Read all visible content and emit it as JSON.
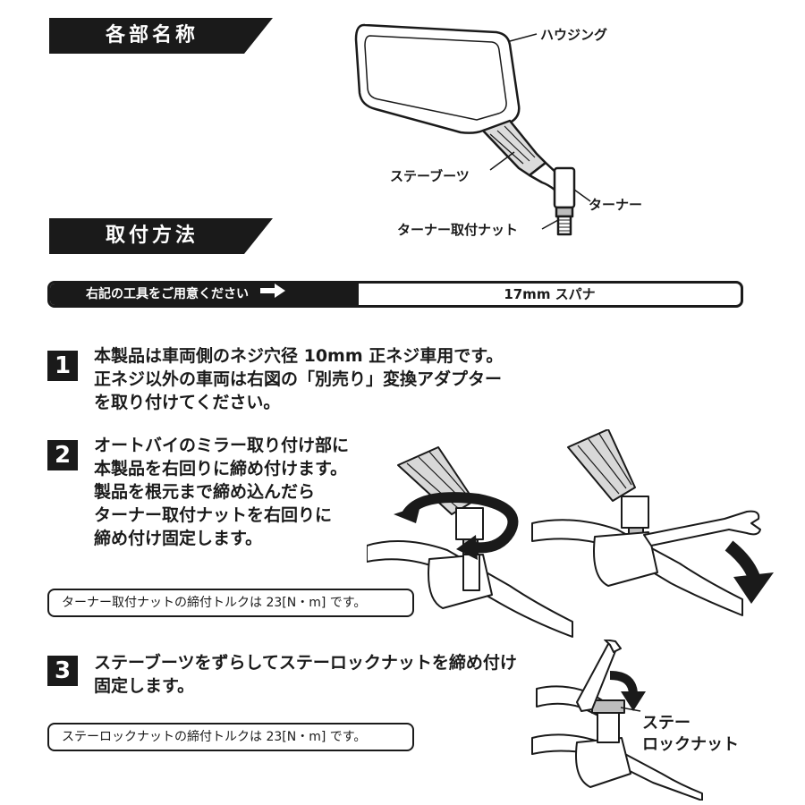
{
  "sections": {
    "parts": "各部名称",
    "install": "取付方法"
  },
  "parts_labels": {
    "housing": "ハウジング",
    "stay_boots": "ステーブーツ",
    "turner": "ターナー",
    "turner_nut": "ターナー取付ナット"
  },
  "tool": {
    "label": "右記の工具をご用意ください",
    "value": "17mm スパナ"
  },
  "steps": [
    {
      "number": "1",
      "lines": [
        "本製品は車両側のネジ穴径 10mm 正ネジ車用です。",
        "正ネジ以外の車両は右図の「別売り」変換アダプター",
        "を取り付けてください。"
      ]
    },
    {
      "number": "2",
      "lines": [
        "オートバイのミラー取り付け部に",
        "本製品を右回りに締め付けます。",
        "製品を根元まで締め込んだら",
        "ターナー取付ナットを右回りに",
        "締め付け固定します。"
      ],
      "torque": "ターナー取付ナットの締付トルクは 23[N・m] です。"
    },
    {
      "number": "3",
      "lines": [
        "ステーブーツをずらしてステーロックナットを締め付け",
        "固定します。"
      ],
      "torque": "ステーロックナットの締付トルクは 23[N・m] です。",
      "callout": [
        "ステー",
        "ロックナット"
      ]
    }
  ],
  "colors": {
    "ink": "#1a1a1a",
    "paper": "#ffffff"
  }
}
